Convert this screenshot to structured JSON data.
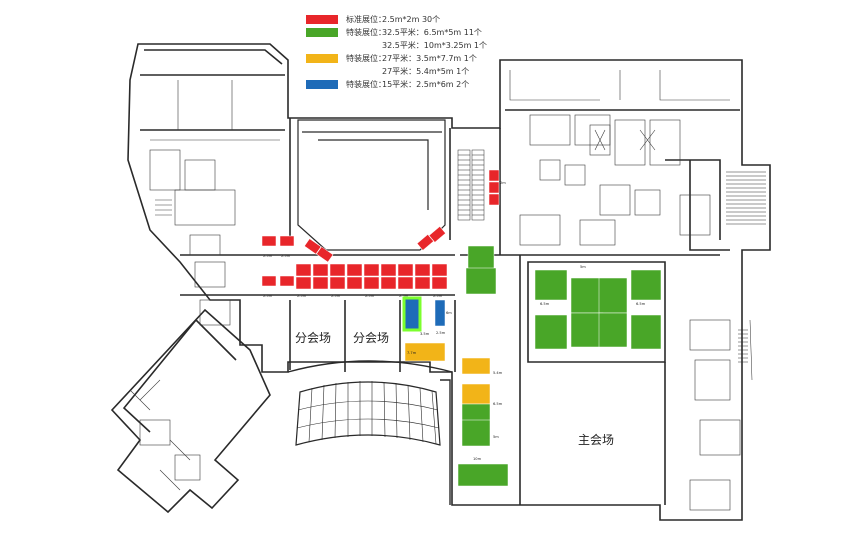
{
  "legend": {
    "items": [
      {
        "color": "#e8262a",
        "label": "标准展位：",
        "detail": "2.5m*2m 30个"
      },
      {
        "color": "#49a628",
        "label": "特装展位：",
        "detail": "32.5平米：6.5m*5m 11个"
      },
      {
        "color": "",
        "label": "",
        "detail": "32.5平米：10m*3.25m 1个"
      },
      {
        "color": "#f2b418",
        "label": "特装展位：",
        "detail": "27平米：3.5m*7.7m 1个"
      },
      {
        "color": "",
        "label": "",
        "detail": "27平米：5.4m*5m 1个"
      },
      {
        "color": "#1e6bb8",
        "label": "特装展位：",
        "detail": "15平米：2.5m*6m 2个"
      }
    ]
  },
  "rooms": {
    "sub_venue_1": "分会场",
    "sub_venue_2": "分会场",
    "main_venue": "主会场"
  },
  "booth_dims": {
    "std_width": "2.5m",
    "std_depth": "2m",
    "green_6_5": "6.5m",
    "green_5": "5m",
    "green_10": "10m",
    "yellow_3_5": "3.5m",
    "yellow_7_7": "7.7m",
    "yellow_5_4": "5.4m",
    "blue_6": "6m",
    "blue_2_5": "2.5m"
  },
  "colors": {
    "standard": "#e8262a",
    "special_32": "#49a628",
    "special_27": "#f2b418",
    "special_15": "#1e6bb8",
    "wall": "#2a2a2a",
    "highlight": "#7cff2e"
  }
}
